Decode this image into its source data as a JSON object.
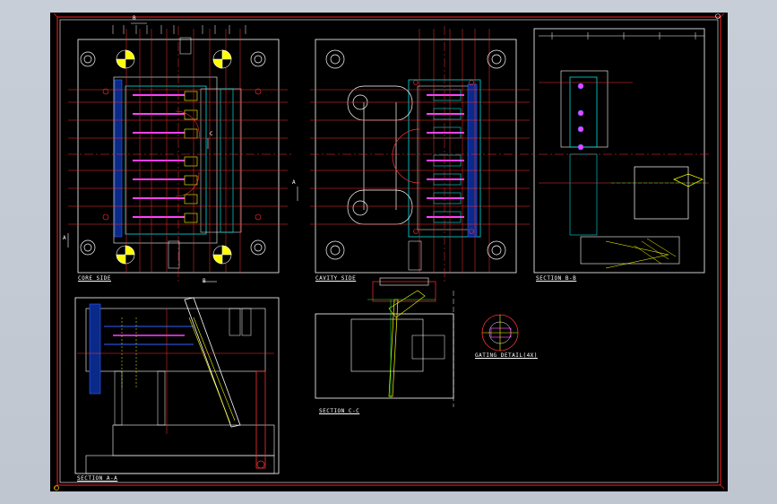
{
  "drawing": {
    "views": {
      "core_side": "CORE SIDE",
      "cavity_side": "CAVITY SIDE",
      "section_bb": "SECTION B-B",
      "section_aa": "SECTION A-A",
      "section_cc": "SECTION C-C",
      "gating_detail": "GATING DETAIL(4X)"
    },
    "cut_marks": {
      "a": "A",
      "b": "B",
      "c": "C"
    }
  },
  "colors": {
    "background": "#000000",
    "frame": "#ff2020",
    "outline": "#ffffff",
    "centerline": "#ff3030",
    "dimension": "#ff3030",
    "core": "#00e0e0",
    "slider": "#ff40ff",
    "hatch": "#ffff00",
    "cooling": "#3060ff",
    "ejector": "#00ff40"
  }
}
